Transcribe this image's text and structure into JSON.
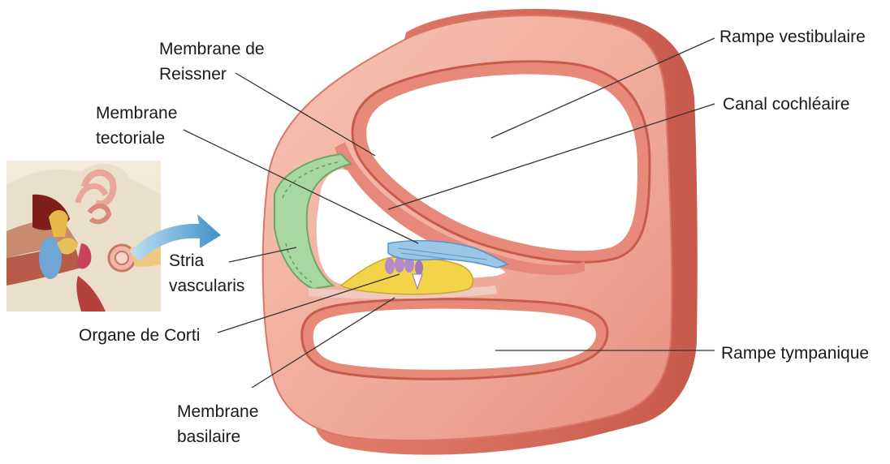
{
  "labels": {
    "reissner": {
      "line1": "Membrane de",
      "line2": "Reissner"
    },
    "tectoriale": {
      "line1": "Membrane",
      "line2": "tectoriale"
    },
    "stria": {
      "line1": "Stria",
      "line2": "vascularis"
    },
    "corti": "Organe de Corti",
    "basilaire": {
      "line1": "Membrane",
      "line2": "basilaire"
    },
    "vestibulaire": "Rampe vestibulaire",
    "cochleaire": "Canal cochléaire",
    "tympanique": "Rampe tympanique"
  },
  "colors": {
    "tissue": "#f4b5a6",
    "tissue_dark": "#e07a6a",
    "tissue_edge": "#c95b4d",
    "lumen": "#ffffff",
    "stria": "#a9d7a4",
    "tectorial": "#9cc6e6",
    "corti": "#f2d34a",
    "corti_cells": "#b48ac8",
    "arrow": "#5aa7d6"
  }
}
